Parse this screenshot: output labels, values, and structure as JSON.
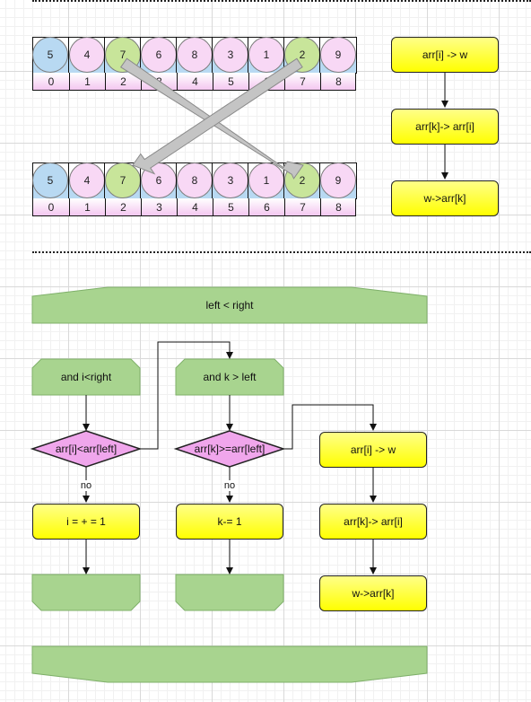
{
  "arrays": [
    {
      "values": [
        "5",
        "4",
        "7",
        "6",
        "8",
        "3",
        "1",
        "2",
        "9"
      ],
      "indices": [
        "0",
        "1",
        "2",
        "3",
        "4",
        "5",
        "6",
        "7",
        "8"
      ],
      "colors": [
        "#b8d9f2",
        "#f8d8f5",
        "#c8e59a",
        "#f8d8f5",
        "#f8d8f5",
        "#f8d8f5",
        "#f8d8f5",
        "#c8e59a",
        "#f8d8f5"
      ]
    },
    {
      "values": [
        "5",
        "4",
        "7",
        "6",
        "8",
        "3",
        "1",
        "2",
        "9"
      ],
      "indices": [
        "0",
        "1",
        "2",
        "3",
        "4",
        "5",
        "6",
        "7",
        "8"
      ],
      "colors": [
        "#b8d9f2",
        "#f8d8f5",
        "#c8e59a",
        "#f8d8f5",
        "#f8d8f5",
        "#f8d8f5",
        "#f8d8f5",
        "#c8e59a",
        "#f8d8f5"
      ]
    }
  ],
  "swap_top": {
    "step1": "arr[i] -> w",
    "step2": "arr[k]-> arr[i]",
    "step3": "w->arr[k]"
  },
  "loop": {
    "start": "left < right"
  },
  "left_branch": {
    "loop_label": "and i<right",
    "condition": "arr[i]<arr[left]",
    "no_label": "no",
    "action": "i = + = 1"
  },
  "middle_branch": {
    "loop_label": "and k > left",
    "condition": "arr[k]>=arr[left]",
    "no_label": "no",
    "action": "k-= 1"
  },
  "swap_bottom": {
    "step1": "arr[i] -> w",
    "step2": "arr[k]-> arr[i]",
    "step3": "w->arr[k]"
  },
  "colors": {
    "process": "#ffff00",
    "decision": "#f0a6ec",
    "loop_shape": "#9fd08a",
    "selected": "#c8e59a",
    "first": "#b8d9f2",
    "cell": "#f8d8f5"
  }
}
